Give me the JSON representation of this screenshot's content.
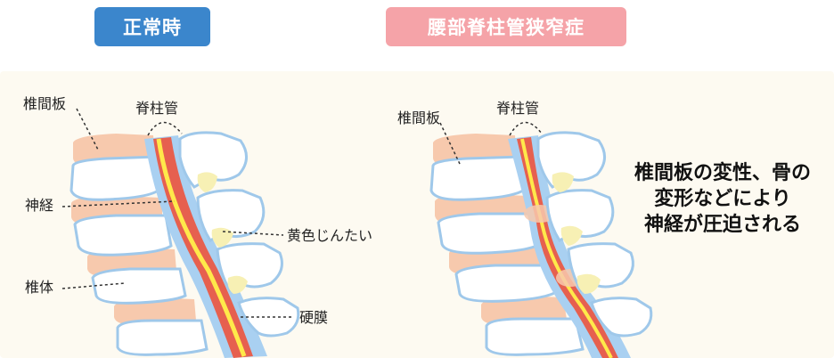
{
  "normal": {
    "title": "正常時",
    "title_color": "#3b86cc",
    "labels": {
      "disc": "椎間板",
      "canal": "脊柱管",
      "nerve": "神経",
      "ligament": "黄色じんたい",
      "body": "椎体",
      "dura": "硬膜"
    }
  },
  "stenosis": {
    "title": "腰部脊柱管狭窄症",
    "title_color": "#f5a3a8",
    "labels": {
      "disc": "椎間板",
      "canal": "脊柱管"
    },
    "callout": [
      "椎間板の変性、骨の",
      "変形などにより",
      "神経が圧迫される"
    ]
  },
  "colors": {
    "bone": "#ffffff",
    "bone_outline": "#9fc8ea",
    "disc": "#f7c9ad",
    "canal": "#a9d0f1",
    "nerve_red": "#e6604f",
    "nerve_yellow": "#ffe94a",
    "ligament": "#f7f0b4"
  }
}
